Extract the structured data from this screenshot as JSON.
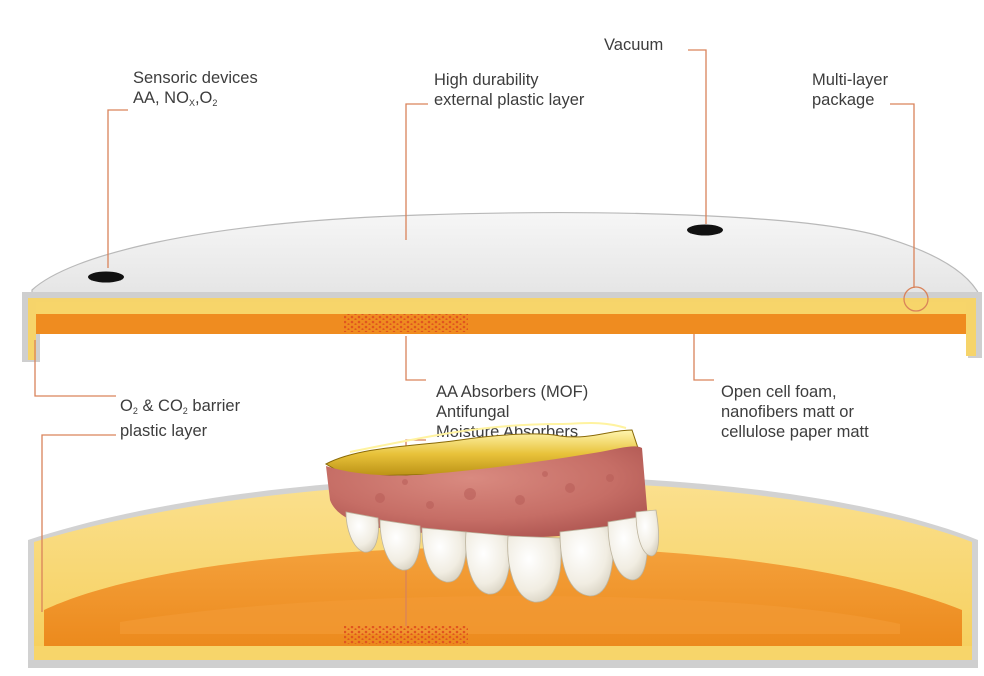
{
  "labels": {
    "sensoric": {
      "line1": "Sensoric devices",
      "line2_a": "AA, NO",
      "line2_sub1": "X",
      "line2_b": ",O",
      "line2_sub2": "2"
    },
    "high_durability": {
      "line1": "High durability",
      "line2": "external plastic layer"
    },
    "vacuum": "Vacuum",
    "multilayer": {
      "line1": "Multi-layer",
      "line2": "package"
    },
    "barrier": {
      "a": "O",
      "sub1": "2",
      "b": " & CO",
      "sub2": "2",
      "c": " barrier",
      "line2": "plastic layer"
    },
    "absorbers": {
      "line1": "AA Absorbers (MOF)",
      "line2": "Antifungal",
      "line3": "Moisture Absorbers"
    },
    "foam": {
      "line1": "Open cell foam,",
      "line2": "nanofibers matt or",
      "line3": "cellulose paper matt"
    }
  },
  "colors": {
    "leader_line": "#d9835a",
    "lid_fill": "#eeeeee",
    "outer_gray": "#c8c8c8",
    "yellow": "#f7d56a",
    "orange": "#f08f22",
    "dot_pattern": "#e0551f",
    "sensor_dot": "#111111",
    "text": "#3d3d3d"
  },
  "icons": [
    "denture-image",
    "sensor-dot",
    "vacuum-valve"
  ]
}
